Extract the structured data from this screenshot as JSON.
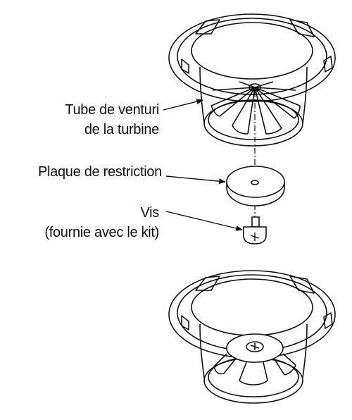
{
  "labels": {
    "venturi_line1": "Tube de venturi",
    "venturi_line2": "de la turbine",
    "restriction_plate": "Plaque de restriction",
    "screw_line1": "Vis",
    "screw_line2": "(fournie avec le kit)"
  },
  "colors": {
    "line": "#111111",
    "background": "#ffffff"
  }
}
